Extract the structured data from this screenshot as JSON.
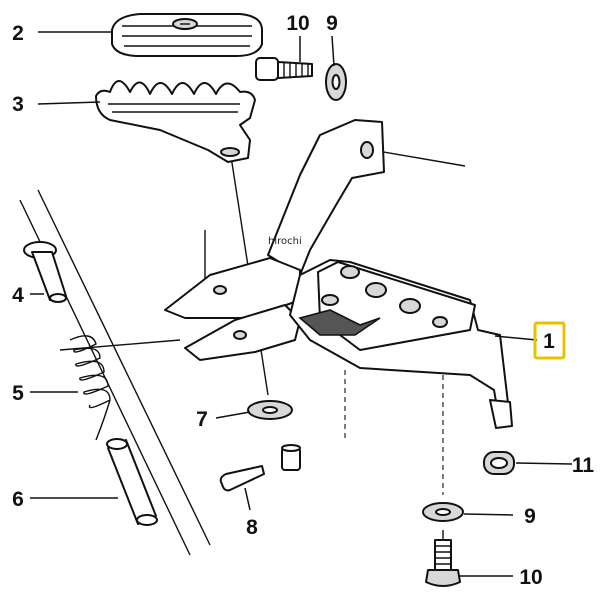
{
  "watermark": "hirochi",
  "highlight_color": "#e8c200",
  "callouts": [
    {
      "id": "c1",
      "label": "1",
      "part": "footrest-bracket",
      "highlighted": true
    },
    {
      "id": "c2",
      "label": "2",
      "part": "footrest-rubber"
    },
    {
      "id": "c3",
      "label": "3",
      "part": "footrest-peg"
    },
    {
      "id": "c4",
      "label": "4",
      "part": "pivot-pin"
    },
    {
      "id": "c5",
      "label": "5",
      "part": "return-spring"
    },
    {
      "id": "c6",
      "label": "6",
      "part": "sleeve"
    },
    {
      "id": "c7",
      "label": "7",
      "part": "washer"
    },
    {
      "id": "c8",
      "label": "8",
      "part": "cotter-pin"
    },
    {
      "id": "c9a",
      "label": "9",
      "part": "washer-top"
    },
    {
      "id": "c10a",
      "label": "10",
      "part": "bolt-top"
    },
    {
      "id": "c9b",
      "label": "9",
      "part": "washer-bottom"
    },
    {
      "id": "c10b",
      "label": "10",
      "part": "bolt-bottom"
    },
    {
      "id": "c11",
      "label": "11",
      "part": "rubber-bushing"
    }
  ]
}
